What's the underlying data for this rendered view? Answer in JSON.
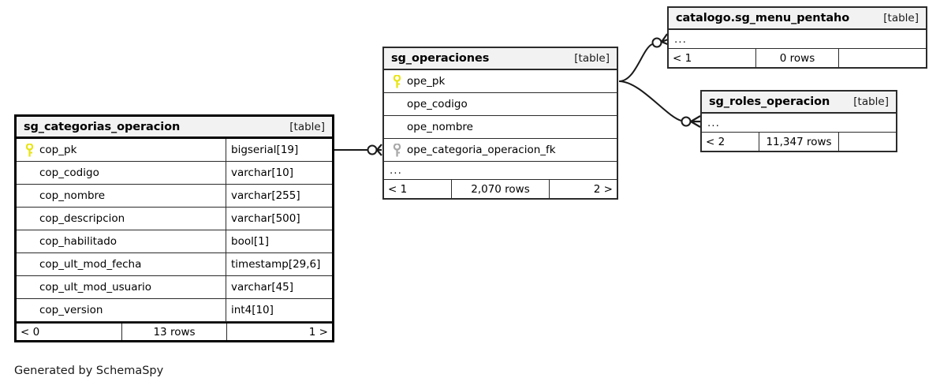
{
  "diagram": {
    "tool": "SchemaSpy",
    "caption": "Generated by SchemaSpy",
    "table_tag": "[table]",
    "ellipsis": "...",
    "colors": {
      "primary_key_icon": "#e8e413",
      "foreign_key_icon": "#a8a8a8",
      "header_background": "#f2f2f2",
      "border": "#2b2b2b",
      "focal_border": "#000000",
      "line": "#1a1a1a",
      "page_background": "#ffffff"
    }
  },
  "tables": {
    "categorias": {
      "name": "sg_categorias_operacion",
      "tag": "[table]",
      "columns": [
        {
          "name": "cop_pk",
          "type": "bigserial[19]",
          "key": "primary"
        },
        {
          "name": "cop_codigo",
          "type": "varchar[10]",
          "key": "none"
        },
        {
          "name": "cop_nombre",
          "type": "varchar[255]",
          "key": "none"
        },
        {
          "name": "cop_descripcion",
          "type": "varchar[500]",
          "key": "none"
        },
        {
          "name": "cop_habilitado",
          "type": "bool[1]",
          "key": "none"
        },
        {
          "name": "cop_ult_mod_fecha",
          "type": "timestamp[29,6]",
          "key": "none"
        },
        {
          "name": "cop_ult_mod_usuario",
          "type": "varchar[45]",
          "key": "none"
        },
        {
          "name": "cop_version",
          "type": "int4[10]",
          "key": "none"
        }
      ],
      "footer": {
        "left": "< 0",
        "middle": "13 rows",
        "right": "1 >"
      }
    },
    "operaciones": {
      "name": "sg_operaciones",
      "tag": "[table]",
      "columns": [
        {
          "name": "ope_pk",
          "key": "primary"
        },
        {
          "name": "ope_codigo",
          "key": "none"
        },
        {
          "name": "ope_nombre",
          "key": "none"
        },
        {
          "name": "ope_categoria_operacion_fk",
          "key": "foreign"
        }
      ],
      "more_row": "...",
      "footer": {
        "left": "< 1",
        "middle": "2,070 rows",
        "right": "2 >"
      }
    },
    "menu_pentaho": {
      "name": "catalogo.sg_menu_pentaho",
      "tag": "[table]",
      "more_row": "...",
      "footer": {
        "left": "< 1",
        "middle": "0 rows",
        "right": ""
      }
    },
    "roles_operacion": {
      "name": "sg_roles_operacion",
      "tag": "[table]",
      "more_row": "...",
      "footer": {
        "left": "< 2",
        "middle": "11,347 rows",
        "right": ""
      }
    }
  },
  "relationships": [
    {
      "name": "categorias-to-operaciones",
      "from_table": "sg_categorias_operacion",
      "from_column": "cop_pk",
      "to_table": "sg_operaciones",
      "to_column": "ope_categoria_operacion_fk",
      "from_cardinality": "one",
      "to_cardinality": "zero-or-many"
    },
    {
      "name": "operaciones-to-menu-pentaho",
      "from_table": "sg_operaciones",
      "from_column": "ope_pk",
      "to_table": "catalogo.sg_menu_pentaho",
      "from_cardinality": "one",
      "to_cardinality": "zero-or-many"
    },
    {
      "name": "operaciones-to-roles-operacion",
      "from_table": "sg_operaciones",
      "from_column": "ope_pk",
      "to_table": "sg_roles_operacion",
      "from_cardinality": "one",
      "to_cardinality": "zero-or-many"
    }
  ]
}
